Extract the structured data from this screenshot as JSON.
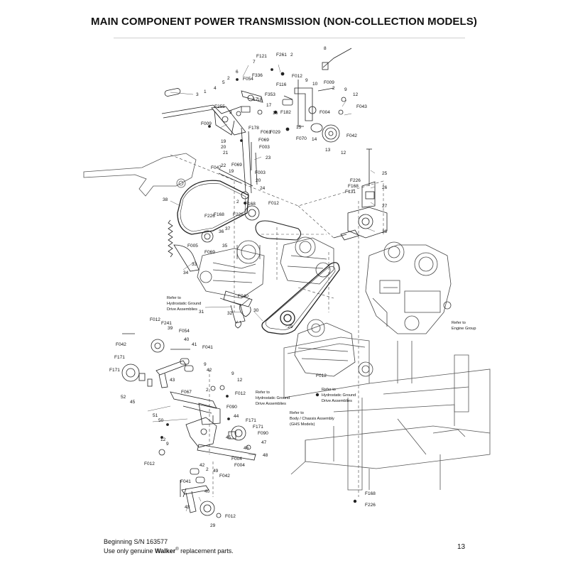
{
  "title": "MAIN COMPONENT POWER TRANSMISSION (NON-COLLECTION MODELS)",
  "footer": {
    "serial": "Beginning S/N 163577",
    "notice_prefix": "Use only genuine ",
    "brand": "Walker",
    "registered": "®",
    "notice_suffix": " replacement parts."
  },
  "page_number": "13",
  "notes": {
    "hydrostatic_ground_1": [
      "Refer to",
      "Hydrostatic Ground",
      "Drive Assemblies"
    ],
    "hydrostatic_ground_2": [
      "Refer to",
      "Hydrostatic Ground",
      "Drive Assemblies"
    ],
    "engine_group": [
      "Refer to",
      "Engine Group"
    ],
    "body_chassis": [
      "Refer to",
      "Body / Chassis Assembly",
      "(GHS Models)"
    ]
  },
  "callouts": [
    "F121",
    "F261",
    "2",
    "7",
    "8",
    "6",
    "F336",
    "3",
    "1",
    "4",
    "5",
    "F054",
    "2",
    "F012",
    "9",
    "10",
    "F009",
    "2",
    "9",
    "12",
    "F116",
    "F353",
    "17",
    "18",
    "F255",
    "3",
    "17",
    "16",
    "F182",
    "F004",
    "F043",
    "F029",
    "F009",
    "F178",
    "F061",
    "F070",
    "15",
    "14",
    "13",
    "12",
    "F042",
    "F069",
    "19",
    "20",
    "F003",
    "21",
    "23",
    "22",
    "19",
    "F047",
    "F069",
    "F003",
    "20",
    "24",
    "F226",
    "F168",
    "F131",
    "25",
    "26",
    "27",
    "28",
    "38",
    "2",
    "F012",
    "F168",
    "F226",
    "F168",
    "F226",
    "36",
    "37",
    "F005",
    "F069",
    "35",
    "33",
    "34",
    "F040",
    "31",
    "32",
    "30",
    "29",
    "F012",
    "F042",
    "F241",
    "39",
    "F054",
    "40",
    "41",
    "F041",
    "F171",
    "9",
    "42",
    "F171",
    "43",
    "52",
    "45",
    "9",
    "12",
    "F067",
    "2",
    "F012",
    "F090",
    "51",
    "44",
    "50",
    "F171",
    "F171",
    "F090",
    "46",
    "47",
    "45",
    "12",
    "9",
    "F004",
    "F004",
    "48",
    "F012",
    "49",
    "42",
    "F042",
    "2",
    "F041",
    "40",
    "43",
    "29",
    "F012",
    "F012",
    "F168",
    "F226"
  ]
}
